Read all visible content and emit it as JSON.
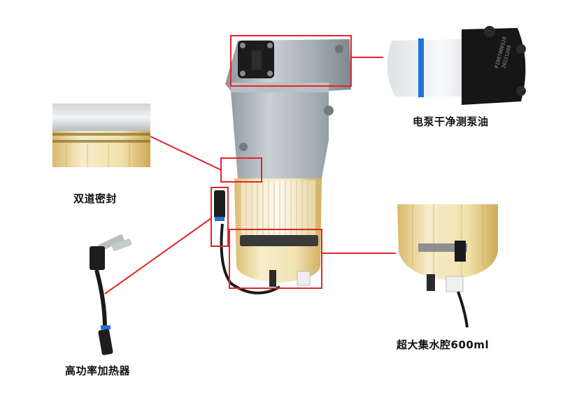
{
  "labels": {
    "electric_pump": "电泵干净测泵油",
    "dual_seal": "双道密封",
    "heater": "高功率加热器",
    "water_bowl": "超大集水腔600ml"
  },
  "pump_detail_text": [
    "P1907006528",
    "20221209"
  ],
  "colors": {
    "callout_red": "#e0262b",
    "housing_gray": "#a9b1b8",
    "filter_amber": "#e7cf8a",
    "cable_black": "#1a1a1a",
    "blue_ring": "#1f74d6"
  }
}
